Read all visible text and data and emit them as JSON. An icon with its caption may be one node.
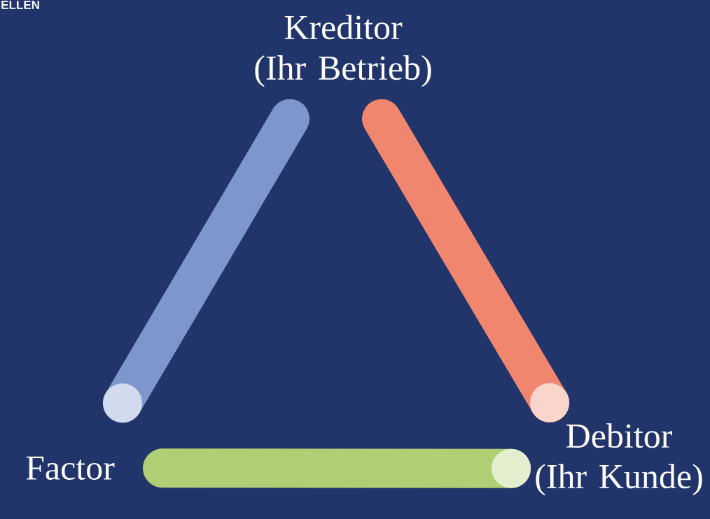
{
  "diagram": {
    "nodes": [
      {
        "text": [
          "Kreditor (Ihr Betrieb)"
        ]
      },
      {
        "text": [
          "Factor"
        ]
      },
      {
        "text": [
          "Debitor (Ihr Kunde)"
        ]
      }
    ],
    "edges": [
      {
        "from": 0,
        "to": 1,
        "arrow": "other",
        "color": "#7f96cd"
      },
      {
        "from": 0,
        "to": 2,
        "arrow": "other",
        "color": "#f0866e"
      },
      {
        "from": 1,
        "to": 2,
        "arrow": "other",
        "color": "#afcf74"
      }
    ],
    "labels": [
      "ELLEN"
    ]
  }
}
